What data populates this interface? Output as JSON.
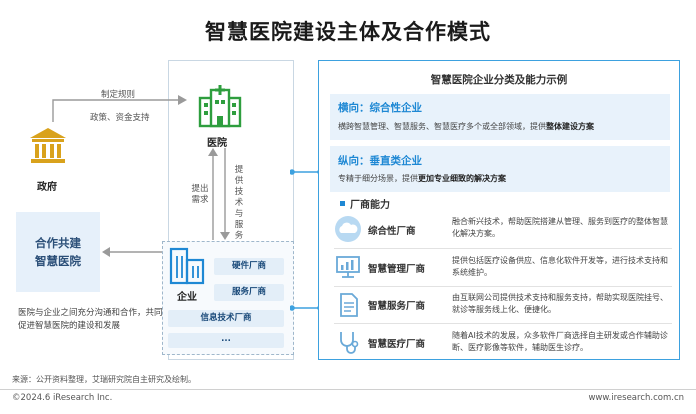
{
  "title": "智慧医院建设主体及合作模式",
  "left": {
    "arrow_top_label_1": "制定规则",
    "arrow_top_label_2": "政策、资金支持",
    "government_label": "政府",
    "hospital_label": "医院",
    "up_label_chars": [
      "提",
      "出",
      "需",
      "求"
    ],
    "down_label_chars": [
      "提",
      "供",
      "技",
      "术",
      "与",
      "服",
      "务"
    ],
    "enterprise_label": "企业",
    "enterprise_items": [
      "硬件厂商",
      "服务厂商",
      "信息技术厂商",
      "..."
    ],
    "cooperation_line_1": "合作共建",
    "cooperation_line_2": "智慧医院",
    "cooperation_note": "医院与企业之间充分沟通和合作，共同促进智慧医院的建设和发展"
  },
  "right": {
    "panel_title": "智慧医院企业分类及能力示例",
    "horizontal": {
      "head": "横向：综合性企业",
      "body_plain": "横跨智慧管理、智慧服务、智慧医疗多个或全部领域，提供",
      "body_bold": "整体建设方案"
    },
    "vertical": {
      "head": "纵向：垂直类企业",
      "body_plain": "专精于细分场景，提供",
      "body_bold": "更加专业细致的解决方案"
    },
    "capability_heading": "厂商能力",
    "capabilities": [
      {
        "name": "综合性厂商",
        "desc": "融合新兴技术，帮助医院搭建从管理、服务到医疗的整体智慧化解决方案。",
        "icon": "cloud-icon"
      },
      {
        "name": "智慧管理厂商",
        "desc": "提供包括医疗设备供应、信息化软件开发等，进行技术支持和系统维护。",
        "icon": "monitor-chart-icon"
      },
      {
        "name": "智慧服务厂商",
        "desc": "由互联网公司提供技术支持和服务支持，帮助实现医院挂号、就诊等服务线上化、便捷化。",
        "icon": "document-icon"
      },
      {
        "name": "智慧医疗厂商",
        "desc": "随着AI技术的发展，众多软件厂商选择自主研发或合作辅助诊断、医疗影像等软件，辅助医生诊疗。",
        "icon": "stethoscope-icon"
      }
    ]
  },
  "footer": {
    "source": "来源：公开资料整理，艾瑞研究院自主研究及绘制。",
    "copyright": "©2024.6 iResearch Inc.",
    "website": "www.iresearch.com.cn"
  },
  "colors": {
    "accent": "#1e88d4",
    "green": "#2e9e3e",
    "gold": "#d9a21c",
    "band": "#e8f2fb"
  }
}
